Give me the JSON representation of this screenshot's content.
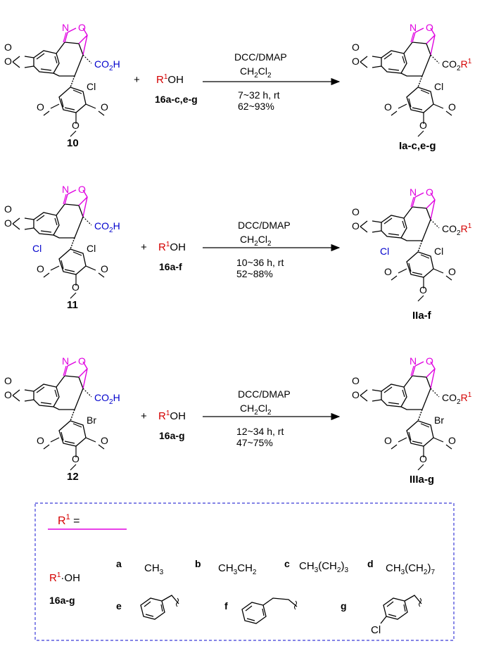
{
  "colors": {
    "isoxazoline": "#e000e0",
    "carboxyl": "#0000cc",
    "r_group": "#d40000",
    "chloro_blue": "#0000cc",
    "frame": "#3b3bd8",
    "arrow": "#000000"
  },
  "reactions": [
    {
      "reactant_label": "10",
      "halogen": "Cl",
      "extra_cl": "",
      "reagent_label": "16a-c,e-g",
      "conditions": [
        "DCC/DMAP",
        "CH",
        "2",
        "Cl",
        "2"
      ],
      "time": "7~32 h, rt",
      "yield": "62~93%",
      "product_label": "Ia-c,e-g"
    },
    {
      "reactant_label": "11",
      "halogen": "Cl",
      "extra_cl": "Cl",
      "reagent_label": "16a-f",
      "time": "10~36 h, rt",
      "yield": "52~88%",
      "product_label": "IIa-f"
    },
    {
      "reactant_label": "12",
      "halogen": "Br",
      "extra_cl": "",
      "reagent_label": "16a-g",
      "time": "12~34 h, rt",
      "yield": "47~75%",
      "product_label": "IIIa-g"
    }
  ],
  "common": {
    "plus": "+",
    "r": "R",
    "sup1": "1",
    "oh": "OH",
    "dcc": "DCC/DMAP",
    "ch": "CH",
    "cl": "Cl",
    "sub2": "2",
    "n": "N",
    "o": "O",
    "co": "CO",
    "h": "H"
  },
  "legend": {
    "header_r": "R",
    "header_sup": "1",
    "header_eq": " =",
    "reagent_r": "R",
    "reagent_sup": "1",
    "reagent_oh": "·OH",
    "reagent_label": "16a-g",
    "items": [
      {
        "key": "a",
        "formula": "CH",
        "sub": "3",
        "rest": "",
        "sub2": ""
      },
      {
        "key": "b",
        "formula": "CH",
        "sub": "3",
        "rest": "CH",
        "sub2": "2"
      },
      {
        "key": "c",
        "formula": "CH",
        "sub": "3",
        "rest": "(CH",
        "sub2": "2",
        "tail": ")",
        "sub3": "3"
      },
      {
        "key": "d",
        "formula": "CH",
        "sub": "3",
        "rest": "(CH",
        "sub2": "2",
        "tail": ")",
        "sub3": "7"
      },
      {
        "key": "e"
      },
      {
        "key": "f"
      },
      {
        "key": "g",
        "substituent": "Cl"
      }
    ]
  }
}
